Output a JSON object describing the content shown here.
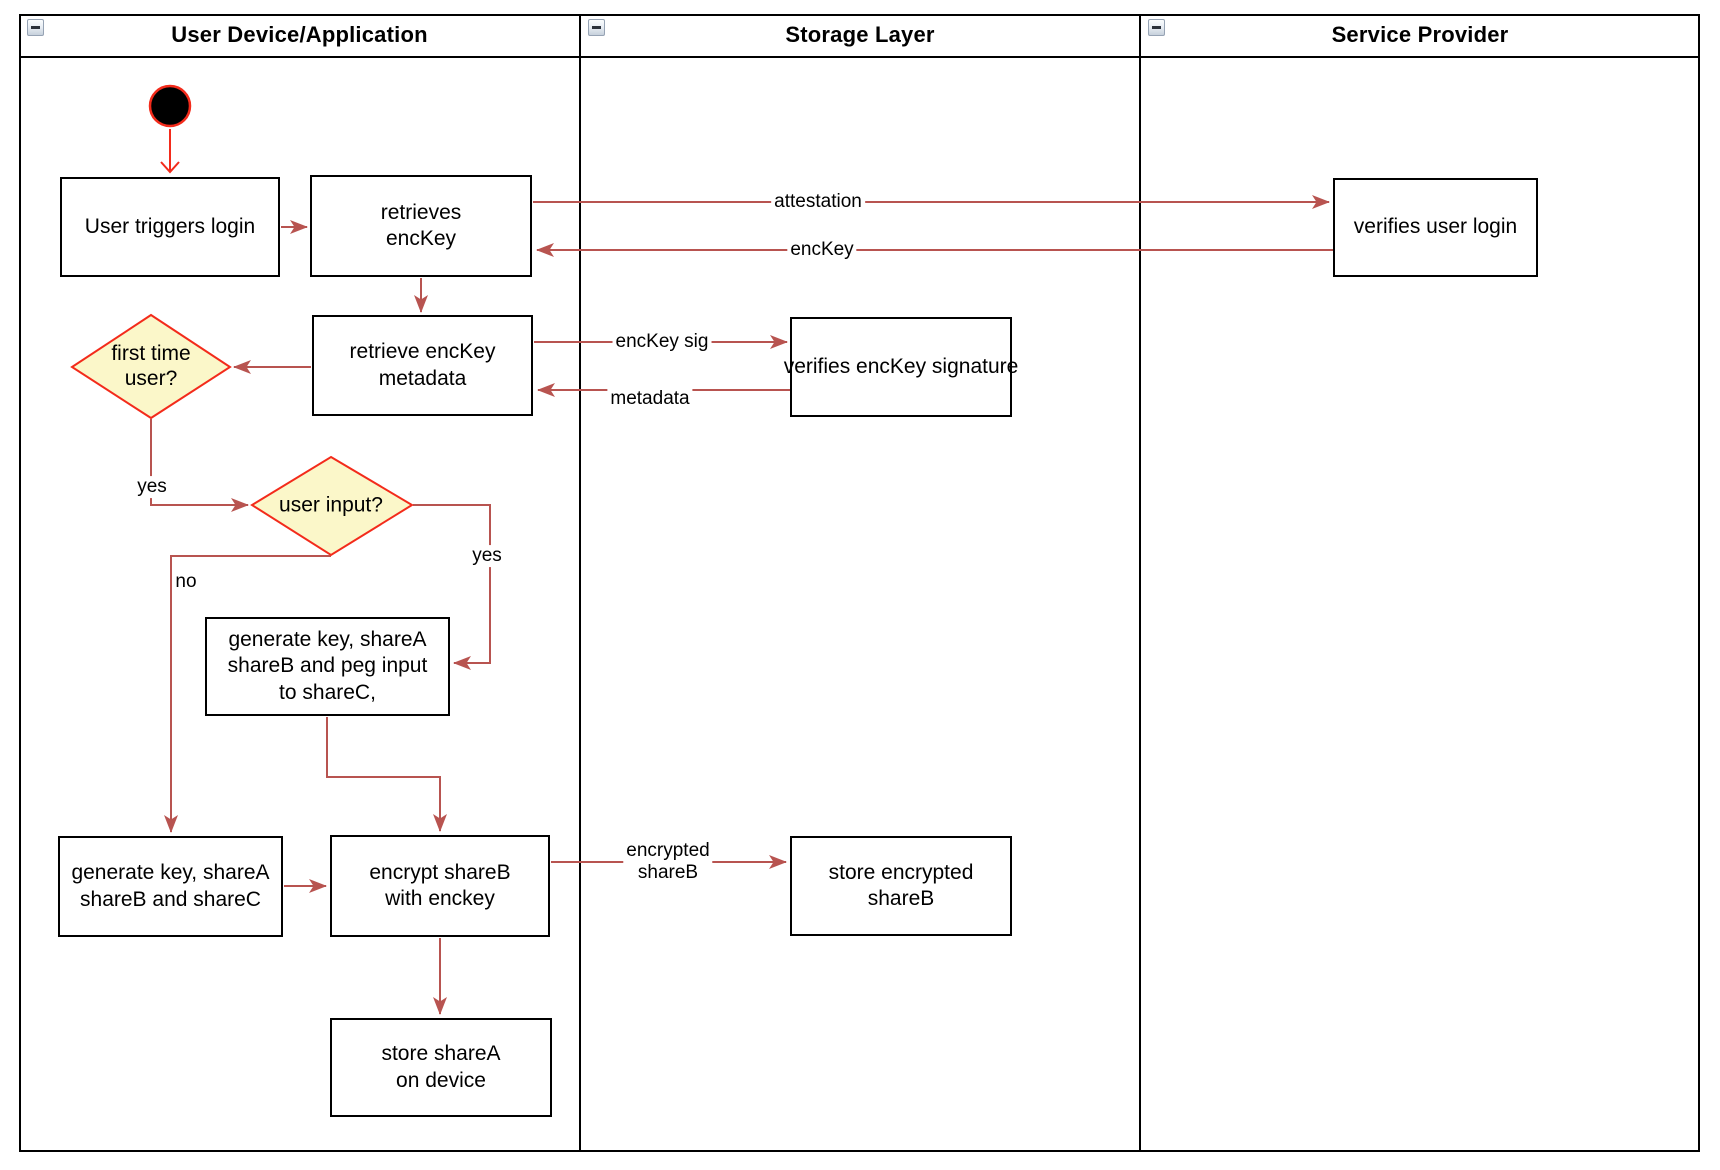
{
  "colors": {
    "arrow": "#B85450",
    "highlight": "#F32B1B",
    "diamond_fill": "#FBF7C9",
    "box_border": "#000000",
    "lane_border": "#000000"
  },
  "lanes": [
    {
      "title": "User Device/Application"
    },
    {
      "title": "Storage Layer"
    },
    {
      "title": "Service Provider"
    }
  ],
  "nodes": {
    "user_triggers_login": "User triggers login",
    "retrieves_enckey": "retrieves\nencKey",
    "verifies_user_login": "verifies user login",
    "retrieve_enckey_metadata": "retrieve encKey\nmetadata",
    "verifies_enckey_signature": "verifies encKey signature",
    "first_time_user": "first time\nuser?",
    "user_input": "user input?",
    "generate_key_peg": "generate key, shareA\nshareB and peg input\nto shareC,",
    "generate_key_abc": "generate key, shareA\nshareB and shareC",
    "encrypt_shareb": "encrypt shareB\nwith enckey",
    "store_encrypted_shareb": "store encrypted\nshareB",
    "store_sharea": "store shareA\non device"
  },
  "edge_labels": {
    "attestation": "attestation",
    "enckey": "encKey",
    "enckey_sig": "encKey sig",
    "metadata": "metadata",
    "yes_first_time": "yes",
    "yes_user_input": "yes",
    "no_user_input": "no",
    "encrypted_shareb": "encrypted\nshareB"
  }
}
